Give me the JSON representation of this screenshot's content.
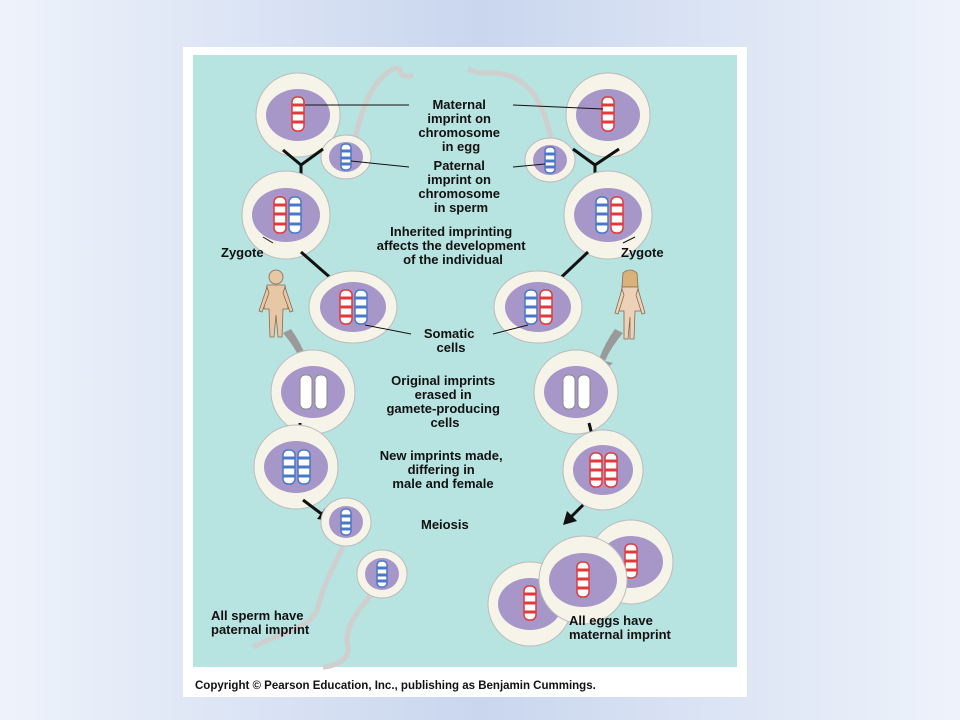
{
  "labels": {
    "maternal_imprint": [
      "Maternal",
      "imprint on",
      "chromosome",
      "in egg"
    ],
    "paternal_imprint": [
      "Paternal",
      "imprint on",
      "chromosome",
      "in sperm"
    ],
    "inherited": [
      "Inherited imprinting",
      "affects the development",
      "of the individual"
    ],
    "zygote_left": "Zygote",
    "zygote_right": "Zygote",
    "somatic": [
      "Somatic",
      "cells"
    ],
    "erased": [
      "Original imprints",
      "erased in",
      "gamete-producing",
      "cells"
    ],
    "new_imprints": [
      "New imprints made,",
      "differing in",
      "male and female"
    ],
    "meiosis": "Meiosis",
    "sperm_result": [
      "All sperm have",
      "paternal imprint"
    ],
    "egg_result": [
      "All eggs have",
      "maternal imprint"
    ]
  },
  "copyright": "Copyright © Pearson Education, Inc., publishing as Benjamin Cummings.",
  "colors": {
    "panel": "#b7e3e0",
    "cell_outer": "#f6f4e9",
    "nucleus": "#a797c9",
    "maternal": "#e23a3a",
    "paternal": "#4a78c8",
    "erased": "#ffffff",
    "arrow": "#111111",
    "big_arrow": "#9a9a9a",
    "sperm": "#cfcfcf"
  },
  "icons": [
    "male-figure-icon",
    "female-figure-icon",
    "sperm-icon",
    "egg-cell-icon",
    "chromosome-icon"
  ]
}
